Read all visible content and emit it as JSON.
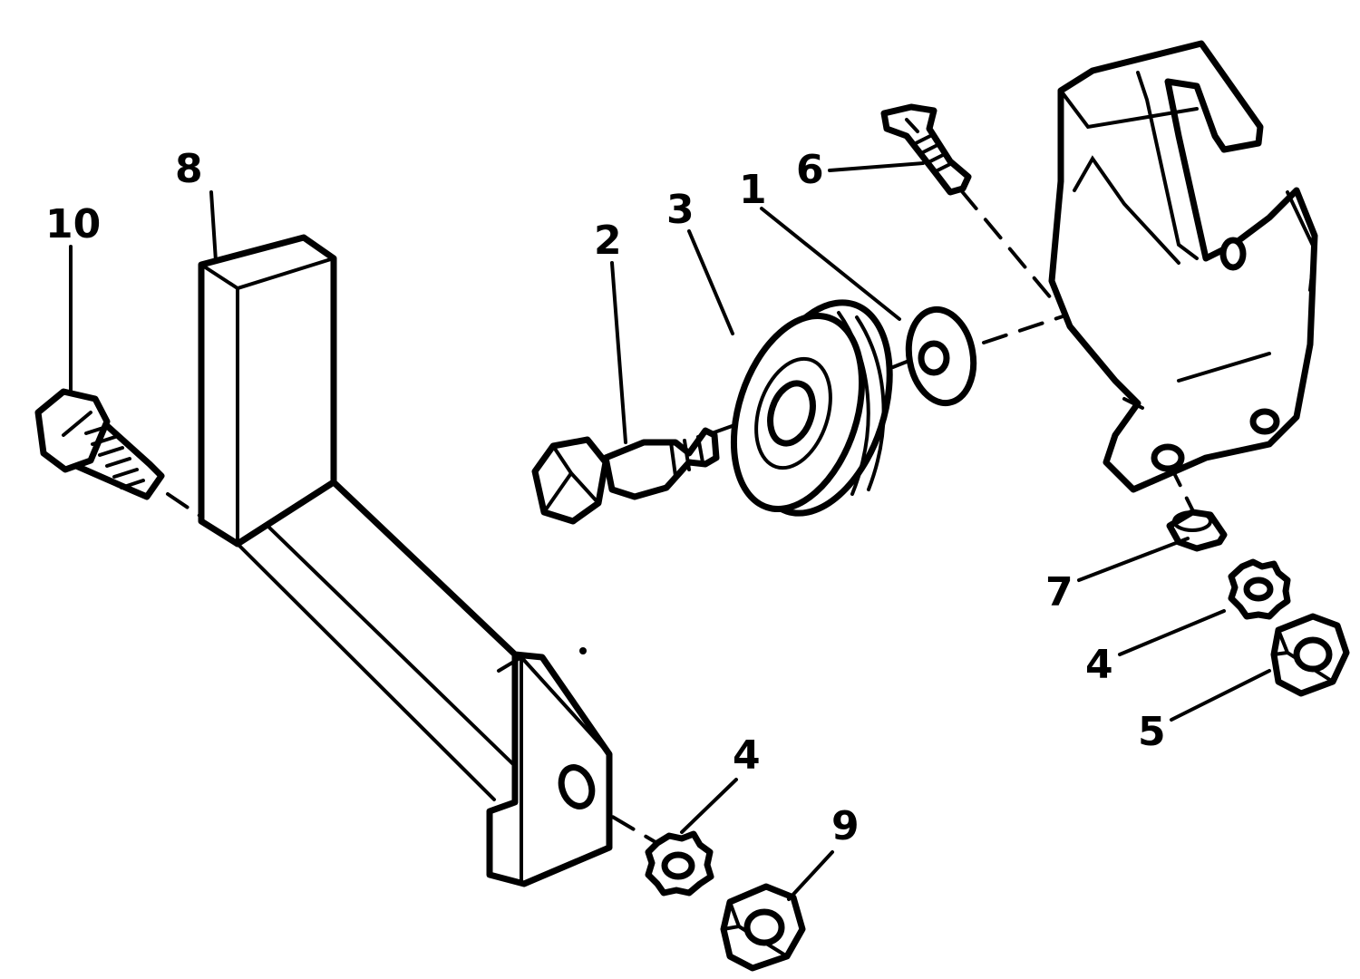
{
  "callouts": [
    {
      "id": "1",
      "label": "1"
    },
    {
      "id": "2",
      "label": "2"
    },
    {
      "id": "3",
      "label": "3"
    },
    {
      "id": "4a",
      "label": "4"
    },
    {
      "id": "4b",
      "label": "4"
    },
    {
      "id": "5",
      "label": "5"
    },
    {
      "id": "6",
      "label": "6"
    },
    {
      "id": "7",
      "label": "7"
    },
    {
      "id": "8",
      "label": "8"
    },
    {
      "id": "9",
      "label": "9"
    },
    {
      "id": "10",
      "label": "10"
    }
  ]
}
